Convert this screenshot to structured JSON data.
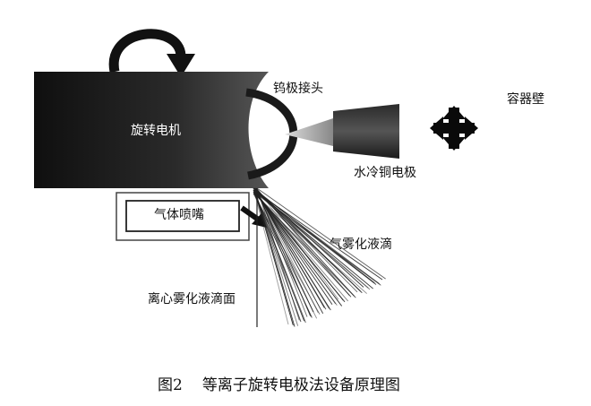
{
  "labels": {
    "motor": "旋转电机",
    "tungsten_joint": "钨极接头",
    "container_wall": "容器壁",
    "water_cooled_electrode": "水冷铜电极",
    "gas_nozzle": "气体喷嘴",
    "gas_atomized_droplets": "气雾化液滴",
    "centrifugal_atomized_face": "离心雾化液滴面"
  },
  "caption": {
    "figure_number": "图2",
    "title": "等离子旋转电极法设备原理图"
  },
  "colors": {
    "motor_dark": "#0f0f0f",
    "motor_light": "#505050",
    "spray": "#222222"
  }
}
